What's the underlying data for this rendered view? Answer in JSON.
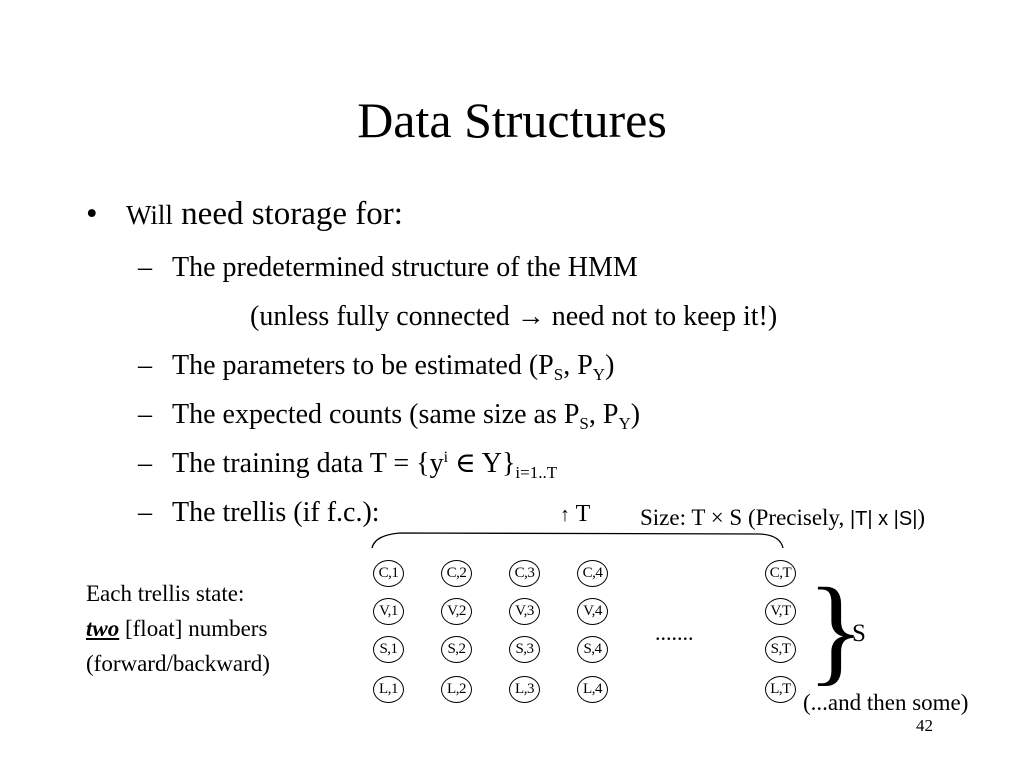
{
  "slide": {
    "title": "Data Structures",
    "bullet": {
      "symbol": "•",
      "word_small": "Will",
      "text": " need storage for:"
    },
    "dash": "–",
    "items": [
      "The predetermined structure of the HMM",
      "(unless fully connected → need not to keep it!)",
      "The parameters to be estimated (P",
      "The expected counts (same size as P",
      "The training data T = {y",
      "The trellis (if f.c.):"
    ],
    "sub_S": "S",
    "sub_Y": "Y",
    "comma": ", P",
    "close_paren": ")",
    "sup_i": "i",
    "in_Y": " ∈ Y}",
    "sub_range": "i=1..T",
    "t_arrow": "↑",
    "t_label": "T",
    "size_label_pre": "Size: T × S (Precisely, ",
    "size_label_abs": "|T| x |S|",
    "size_label_post": ")",
    "state_desc_line1": "Each trellis state:",
    "state_desc_two": "two",
    "state_desc_line2": " [float] numbers",
    "state_desc_line3": "(forward/backward)",
    "trellis": {
      "columns": [
        [
          "C,1",
          "V,1",
          "S,1",
          "L,1"
        ],
        [
          "C,2",
          "V,2",
          "S,2",
          "L,2"
        ],
        [
          "C,3",
          "V,3",
          "S,3",
          "L,3"
        ],
        [
          "C,4",
          "V,4",
          "S,4",
          "L,4"
        ],
        [
          "C,T",
          "V,T",
          "S,T",
          "L,T"
        ]
      ],
      "ellipsis": ".......",
      "brace": "}",
      "s_label": "S",
      "and_then": "(...and then some)"
    },
    "page_number": "42"
  }
}
